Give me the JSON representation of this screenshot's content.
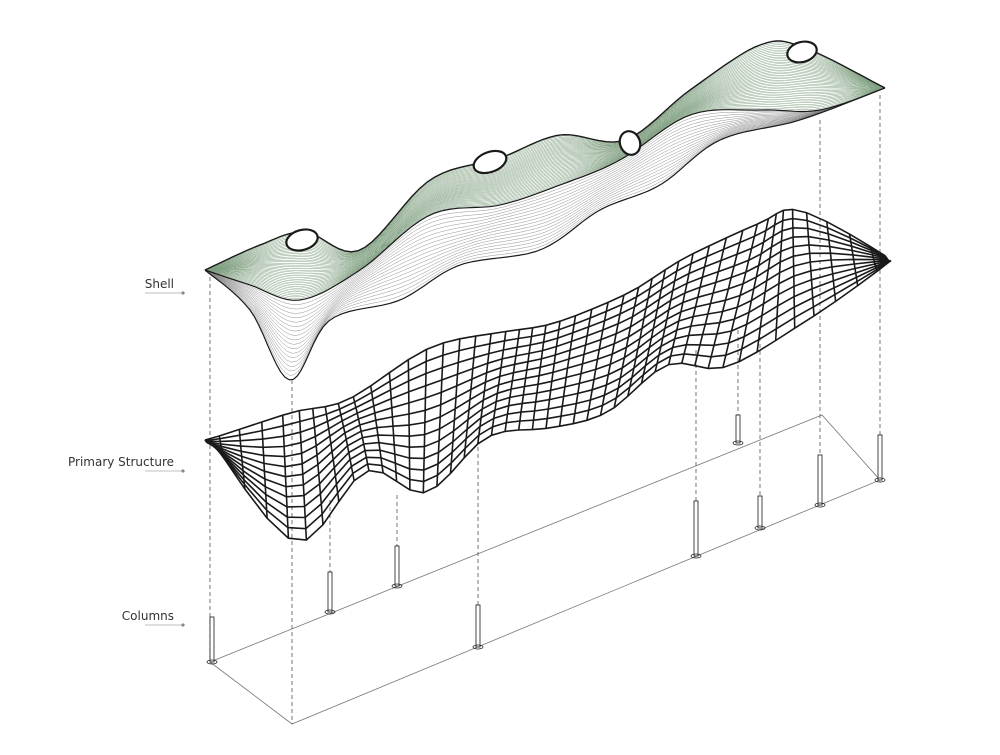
{
  "labels": {
    "shell": "Shell",
    "primary_structure": "Primary Structure",
    "columns": "Columns"
  },
  "colors": {
    "contour": "#7f9f80",
    "line": "#1a1a1a",
    "guide": "#555555",
    "label_text": "#333333"
  }
}
